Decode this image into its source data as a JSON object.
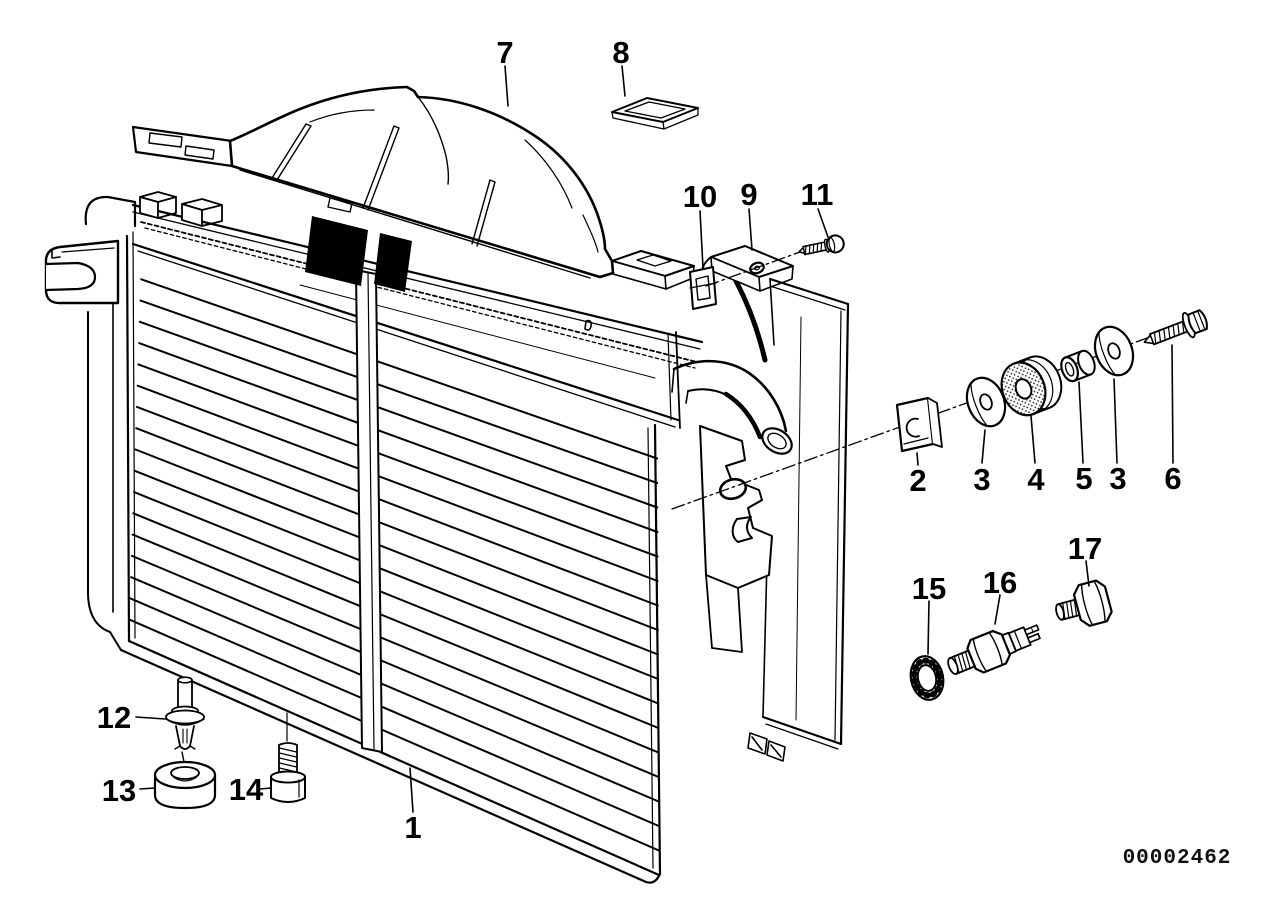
{
  "colors": {
    "ink": "#000000",
    "paper": "#ffffff"
  },
  "callouts": {
    "c1": "1",
    "c2": "2",
    "c3a": "3",
    "c3b": "3",
    "c4": "4",
    "c5": "5",
    "c6": "6",
    "c7": "7",
    "c8": "8",
    "c9": "9",
    "c10": "10",
    "c11": "11",
    "c12": "12",
    "c13": "13",
    "c14": "14",
    "c15": "15",
    "c16": "16",
    "c17": "17"
  },
  "drawing_number": "00002462"
}
